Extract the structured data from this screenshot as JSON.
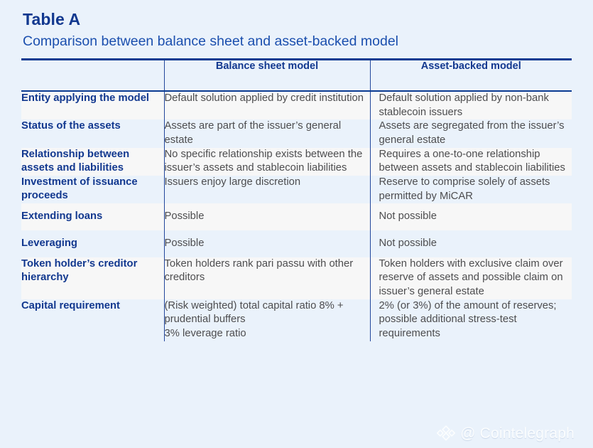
{
  "header": {
    "title": "Table A",
    "subtitle": "Comparison between balance sheet and asset-backed model"
  },
  "table": {
    "columns": [
      {
        "key": "feature",
        "label": ""
      },
      {
        "key": "balance_sheet",
        "label": "Balance sheet model"
      },
      {
        "key": "asset_backed",
        "label": "Asset-backed model"
      }
    ],
    "rows": [
      {
        "feature": "Entity applying the model",
        "balance_sheet": "Default solution applied by credit institution",
        "asset_backed": "Default solution applied by non-bank stablecoin issuers"
      },
      {
        "feature": "Status of the assets",
        "balance_sheet": "Assets are part of the issuer’s general estate",
        "asset_backed": "Assets are segregated from the issuer’s general estate"
      },
      {
        "feature": "Relationship between assets and liabilities",
        "balance_sheet": "No specific relationship exists between the issuer’s assets and stablecoin liabilities",
        "asset_backed": "Requires a one-to-one relationship between assets and stablecoin liabilities"
      },
      {
        "feature": "Investment of issuance proceeds",
        "balance_sheet": "Issuers enjoy large discretion",
        "asset_backed": "Reserve to comprise solely of assets permitted by MiCAR"
      },
      {
        "feature": "Extending loans",
        "balance_sheet": "Possible",
        "asset_backed": "Not possible"
      },
      {
        "feature": "Leveraging",
        "balance_sheet": "Possible",
        "asset_backed": "Not possible"
      },
      {
        "feature": "Token holder’s creditor hierarchy",
        "balance_sheet": "Token holders rank pari passu with other creditors",
        "asset_backed": "Token holders with exclusive claim over reserve of assets and possible claim on issuer’s general estate"
      },
      {
        "feature": "Capital requirement",
        "balance_sheet": "(Risk weighted) total capital ratio 8% + prudential buffers\n3% leverage ratio",
        "asset_backed": "2% (or 3%) of the amount of reserves; possible additional stress-test requirements"
      }
    ]
  },
  "watermark": {
    "text": "@ Cointelegraph",
    "logo": "cointelegraph-diamond-icon"
  },
  "colors": {
    "background": "#eaf2fb",
    "title": "#12388f",
    "subtitle": "#1b4fae",
    "rule": "#0b3b91",
    "body_text": "#4d4d4f",
    "row_shade": "#f7f7f7",
    "divider": "#23479c"
  }
}
